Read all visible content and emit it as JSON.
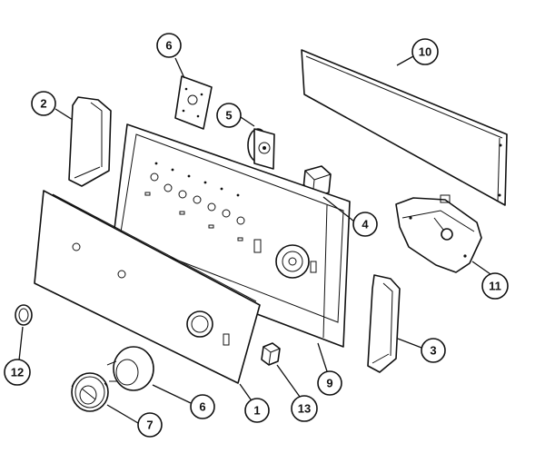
{
  "diagram": {
    "callouts": [
      {
        "label": "1"
      },
      {
        "label": "2"
      },
      {
        "label": "3"
      },
      {
        "label": "4"
      },
      {
        "label": "5"
      },
      {
        "label": "6"
      },
      {
        "label": "6"
      },
      {
        "label": "7"
      },
      {
        "label": "9"
      },
      {
        "label": "10"
      },
      {
        "label": "11"
      },
      {
        "label": "12"
      },
      {
        "label": "13"
      }
    ]
  }
}
